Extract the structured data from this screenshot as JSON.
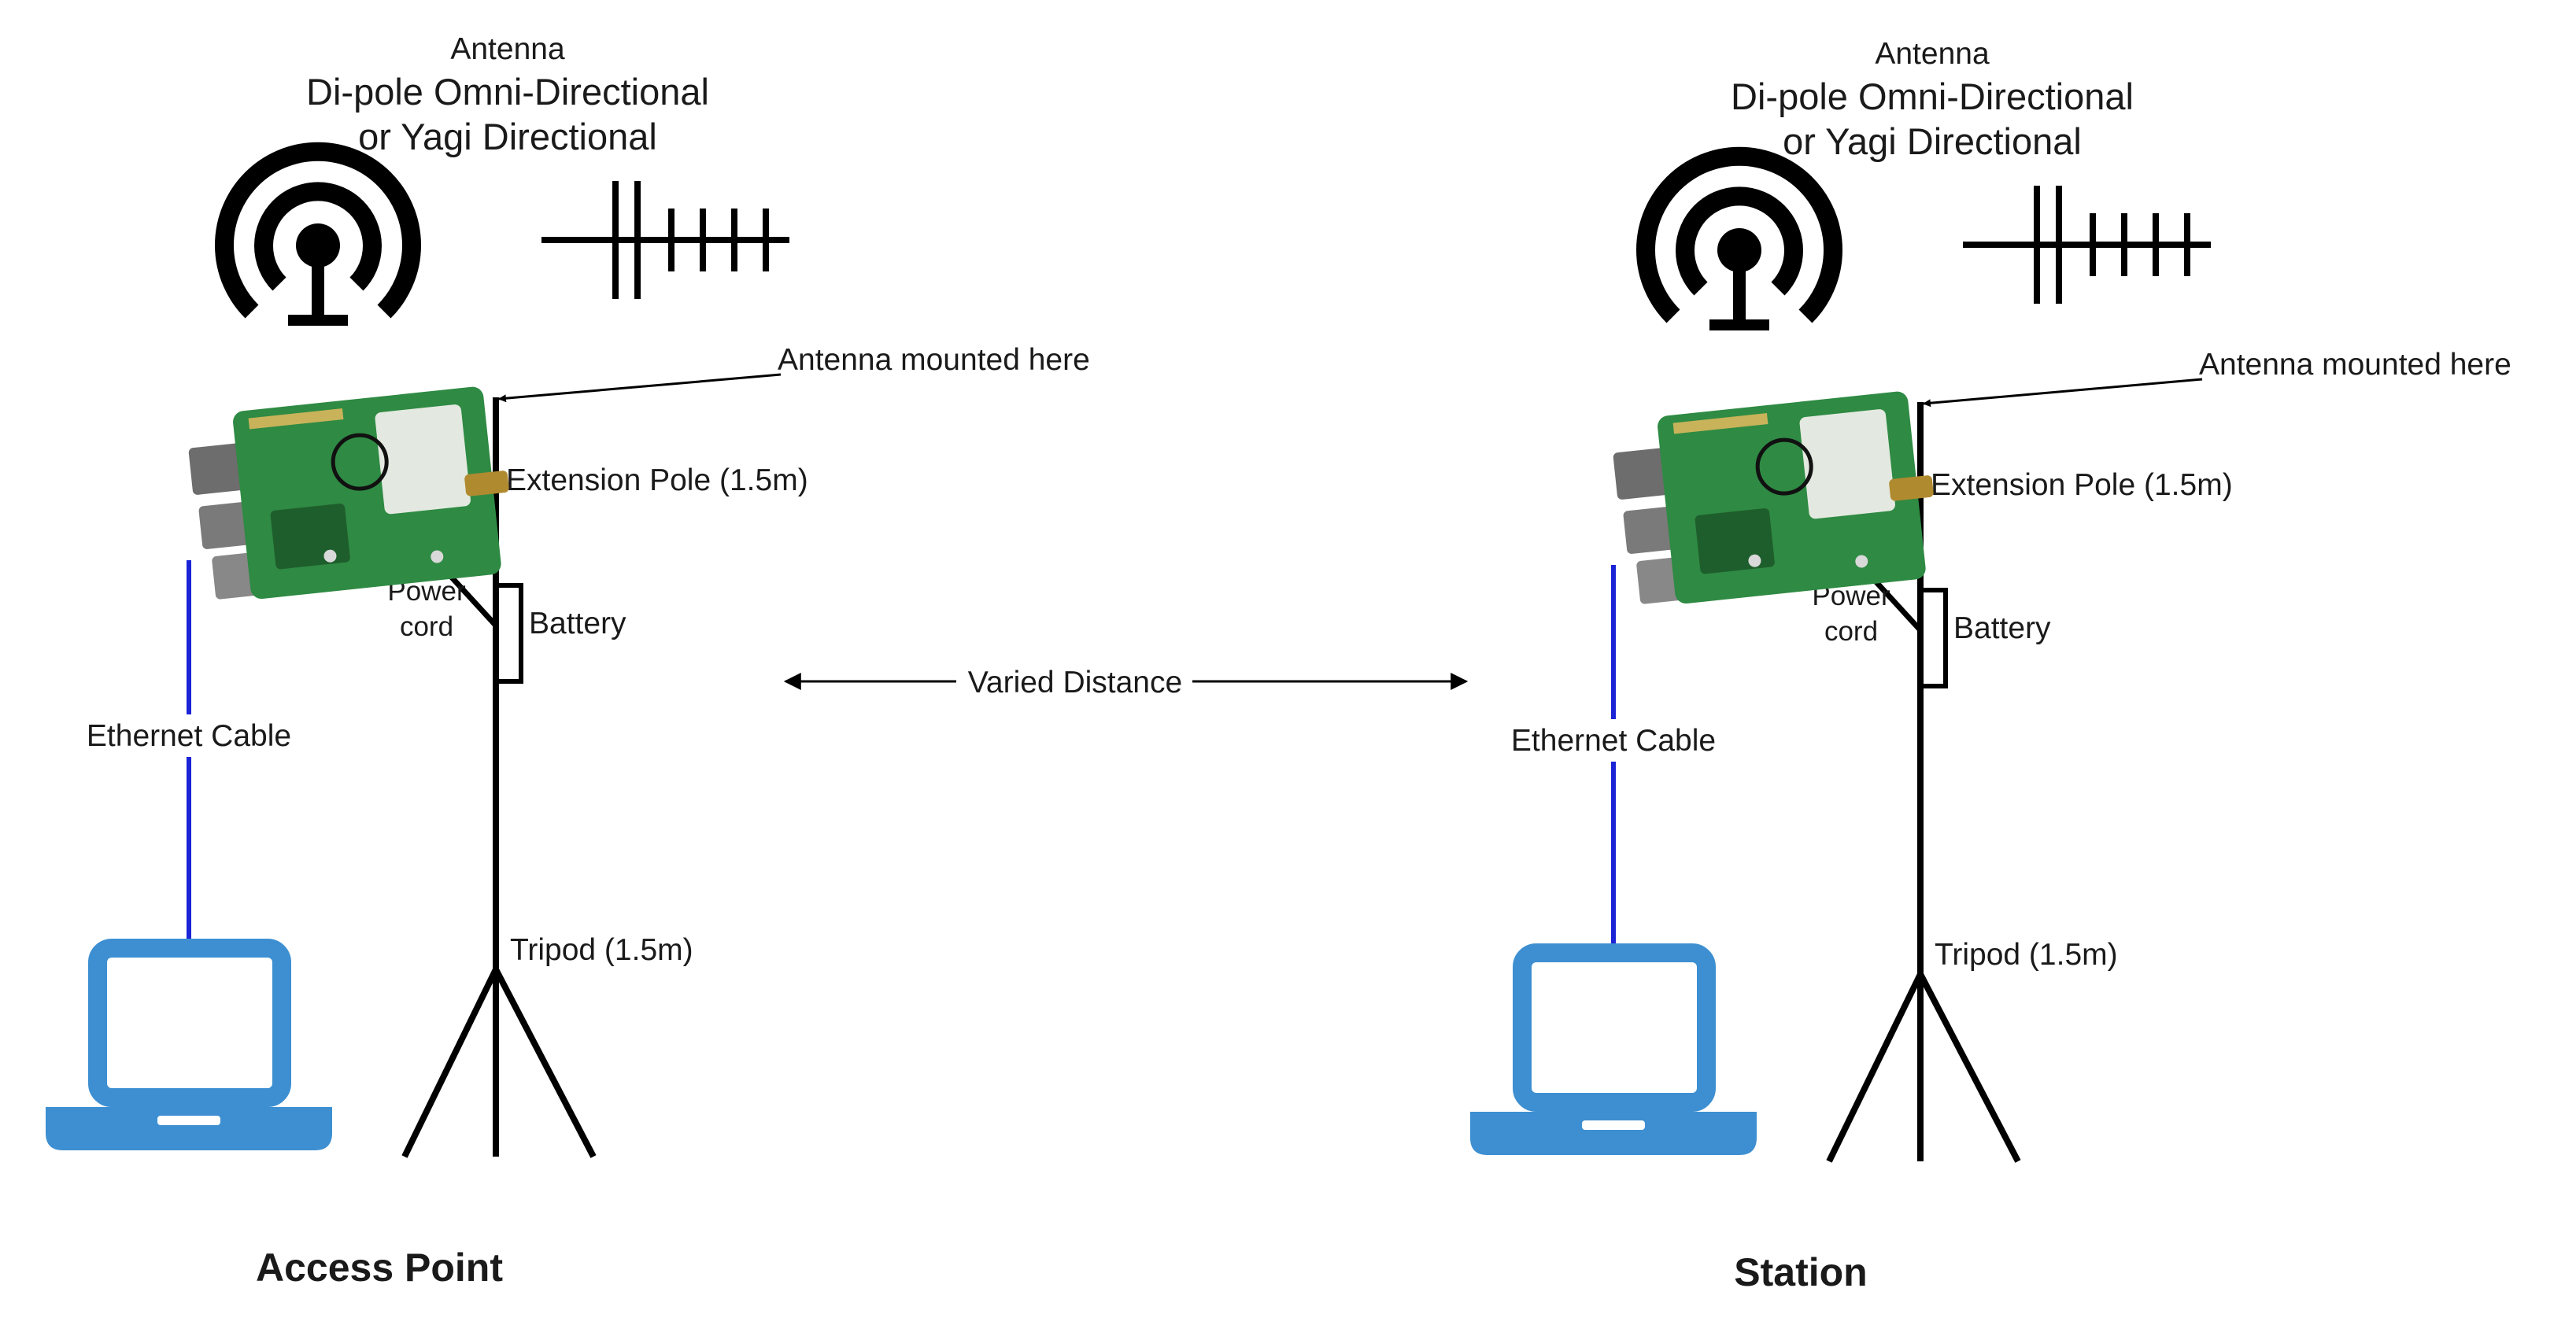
{
  "colors": {
    "ethernet_cable": "#1a23d6",
    "laptop": "#3d8fd1",
    "board_pcb": "#2f8a43",
    "line": "#000000"
  },
  "distance_label": "Varied Distance",
  "setups": [
    {
      "title": "Access Point",
      "antenna_header": "Antenna",
      "antenna_type_line1": "Di-pole Omni-Directional",
      "antenna_type_line2": "or Yagi Directional",
      "icons": [
        "omni-antenna-icon",
        "yagi-antenna-icon",
        "raspberry-pi-board-icon",
        "laptop-icon"
      ],
      "antenna_mount_label": "Antenna mounted here",
      "extension_pole_label": "Extension Pole (1.5m)",
      "power_cord_line1": "Power",
      "power_cord_line2": "cord",
      "battery_label": "Battery",
      "ethernet_label": "Ethernet Cable",
      "tripod_label": "Tripod (1.5m)"
    },
    {
      "title": "Station",
      "antenna_header": "Antenna",
      "antenna_type_line1": "Di-pole Omni-Directional",
      "antenna_type_line2": "or Yagi Directional",
      "icons": [
        "omni-antenna-icon",
        "yagi-antenna-icon",
        "raspberry-pi-board-icon",
        "laptop-icon"
      ],
      "antenna_mount_label": "Antenna mounted here",
      "extension_pole_label": "Extension Pole (1.5m)",
      "power_cord_line1": "Power",
      "power_cord_line2": "cord",
      "battery_label": "Battery",
      "ethernet_label": "Ethernet Cable",
      "tripod_label": "Tripod (1.5m)"
    }
  ]
}
